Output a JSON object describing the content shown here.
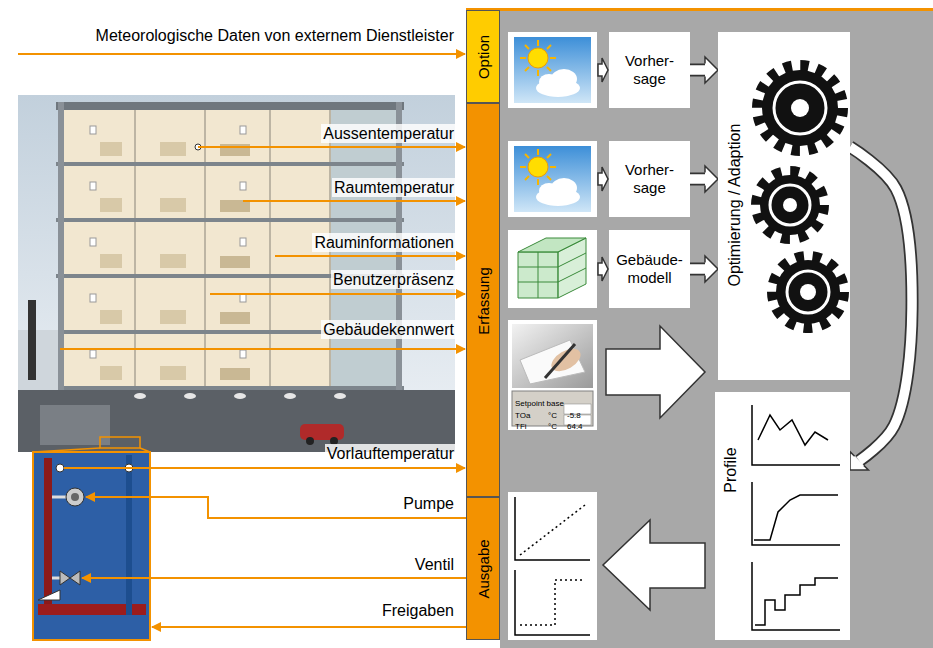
{
  "diagram": {
    "nodes": [
      {
        "text": [
          "Option"
        ]
      },
      {
        "text": [
          "Erfassung"
        ]
      },
      {
        "text": [
          "Ausgabe"
        ]
      },
      {
        "text": [
          "Vorher- sage"
        ]
      },
      {
        "text": [
          "Vorher- sage"
        ]
      },
      {
        "text": [
          "Gebäude- modell"
        ]
      },
      {
        "text": [
          "Optimierung / Adaption"
        ]
      },
      {
        "text": [
          "Profile"
        ]
      }
    ],
    "edges": [
      {
        "from": 3,
        "to": 6,
        "arrow": "to"
      },
      {
        "from": 4,
        "to": 6,
        "arrow": "to"
      },
      {
        "from": 5,
        "to": 6,
        "arrow": "to"
      },
      {
        "from": 6,
        "to": 7,
        "arrow": "to"
      }
    ],
    "labels": [
      "Meteorologische Daten von externem Dienstleister",
      "Aussentemperatur",
      "Raumtemperatur",
      "Rauminformationen",
      "Benutzerpräsenz",
      "Gebäudekennwert",
      "Vorlauftemperatur",
      "Pumpe",
      "Ventil",
      "Freigaben",
      "Setpoint base",
      "TOa",
      "°C",
      "-5.8",
      "TFi",
      "°C",
      "64.4"
    ]
  }
}
